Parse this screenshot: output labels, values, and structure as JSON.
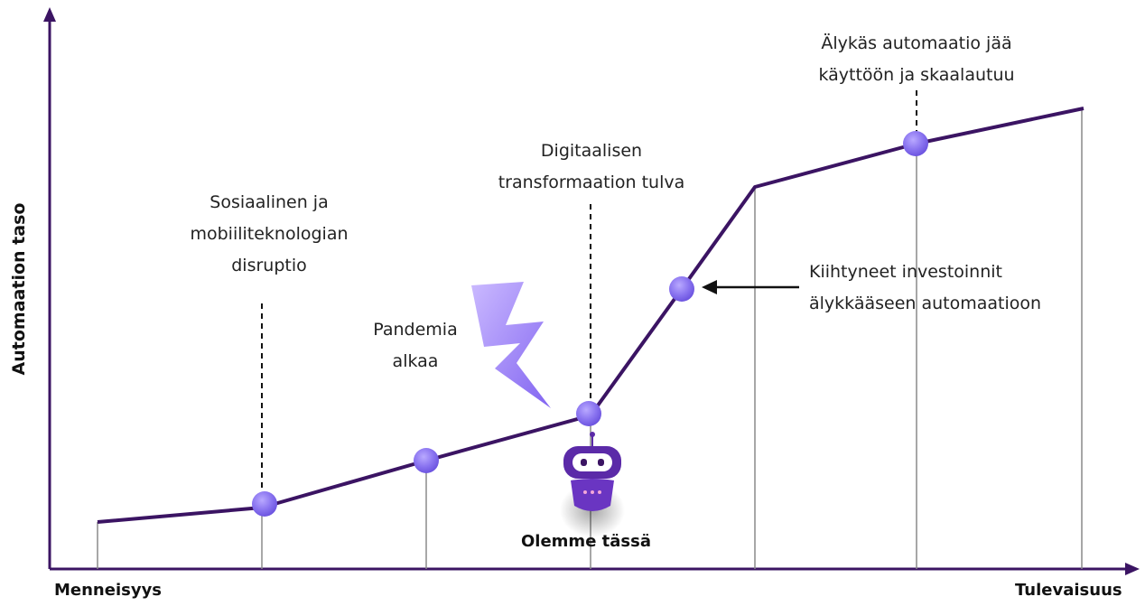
{
  "axes": {
    "y_label": "Automaation taso",
    "x_start_label": "Menneisyys",
    "x_end_label": "Tulevaisuus"
  },
  "annotations": {
    "social": [
      "Sosiaalinen ja",
      "mobiiliteknologian",
      "disruptio"
    ],
    "pandemic": [
      "Pandemia",
      "alkaa"
    ],
    "digital": [
      "Digitaalisen",
      "transformaation tulva"
    ],
    "investment": [
      "Kiihtyneet investoinnit",
      "älykkääseen automaatioon"
    ],
    "intelligent": [
      "Älykäs automaatio jää",
      "käyttöön ja skaalautuu"
    ],
    "here": "Olemme tässä"
  },
  "colors": {
    "line": "#3b1463",
    "marker": "#8a74f0",
    "lightning": "#9b7cf0",
    "robot": "#5b2aa8"
  },
  "icons": [
    "lightning-icon",
    "robot-icon",
    "arrow-left-icon"
  ]
}
